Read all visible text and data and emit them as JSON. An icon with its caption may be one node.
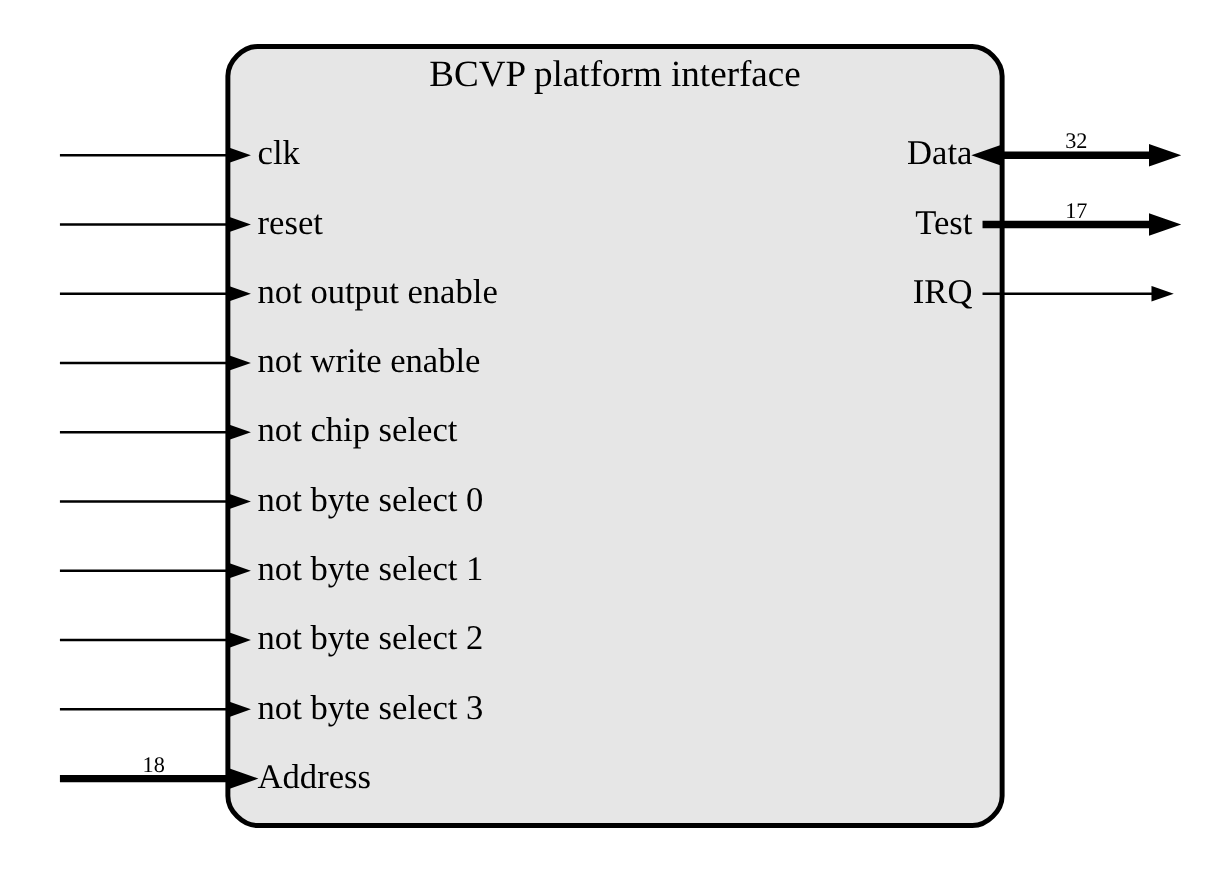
{
  "diagram": {
    "nodes": [
      {
        "text": [
          "BCVP platform interface"
        ]
      },
      {
        "text": [
          "clk"
        ],
        "in": 0
      },
      {
        "text": [
          "Data"
        ],
        "in": 0
      },
      {
        "text": [
          "reset"
        ],
        "in": 0
      },
      {
        "text": [
          "Test"
        ],
        "in": 0
      },
      {
        "text": [
          "not output enable"
        ],
        "in": 0
      },
      {
        "text": [
          "IRQ"
        ],
        "in": 0
      },
      {
        "text": [
          "not write enable"
        ],
        "in": 0
      },
      {
        "text": [
          "not chip select"
        ],
        "in": 0
      },
      {
        "text": [
          "not byte select 0"
        ],
        "in": 0
      },
      {
        "text": [
          "not byte select 1"
        ],
        "in": 0
      },
      {
        "text": [
          "not byte select 2"
        ],
        "in": 0
      },
      {
        "text": [
          "not byte select 3"
        ],
        "in": 0
      },
      {
        "text": [
          "Address"
        ],
        "in": 0
      }
    ],
    "edges": [
      {
        "from": null,
        "to": 1,
        "arrow": "to"
      },
      {
        "from": 2,
        "to": null,
        "arrow": "both",
        "style": "thick",
        "label": "32"
      },
      {
        "from": null,
        "to": 3,
        "arrow": "to"
      },
      {
        "from": 4,
        "to": null,
        "arrow": "to",
        "style": "thick",
        "label": "17"
      },
      {
        "from": null,
        "to": 5,
        "arrow": "to"
      },
      {
        "from": 6,
        "to": null,
        "arrow": "to"
      },
      {
        "from": null,
        "to": 7,
        "arrow": "to"
      },
      {
        "from": null,
        "to": 8,
        "arrow": "to"
      },
      {
        "from": null,
        "to": 9,
        "arrow": "to"
      },
      {
        "from": null,
        "to": 10,
        "arrow": "to"
      },
      {
        "from": null,
        "to": 11,
        "arrow": "to"
      },
      {
        "from": null,
        "to": 12,
        "arrow": "to"
      },
      {
        "from": null,
        "to": 13,
        "arrow": "to",
        "style": "thick",
        "label": "18"
      }
    ]
  }
}
